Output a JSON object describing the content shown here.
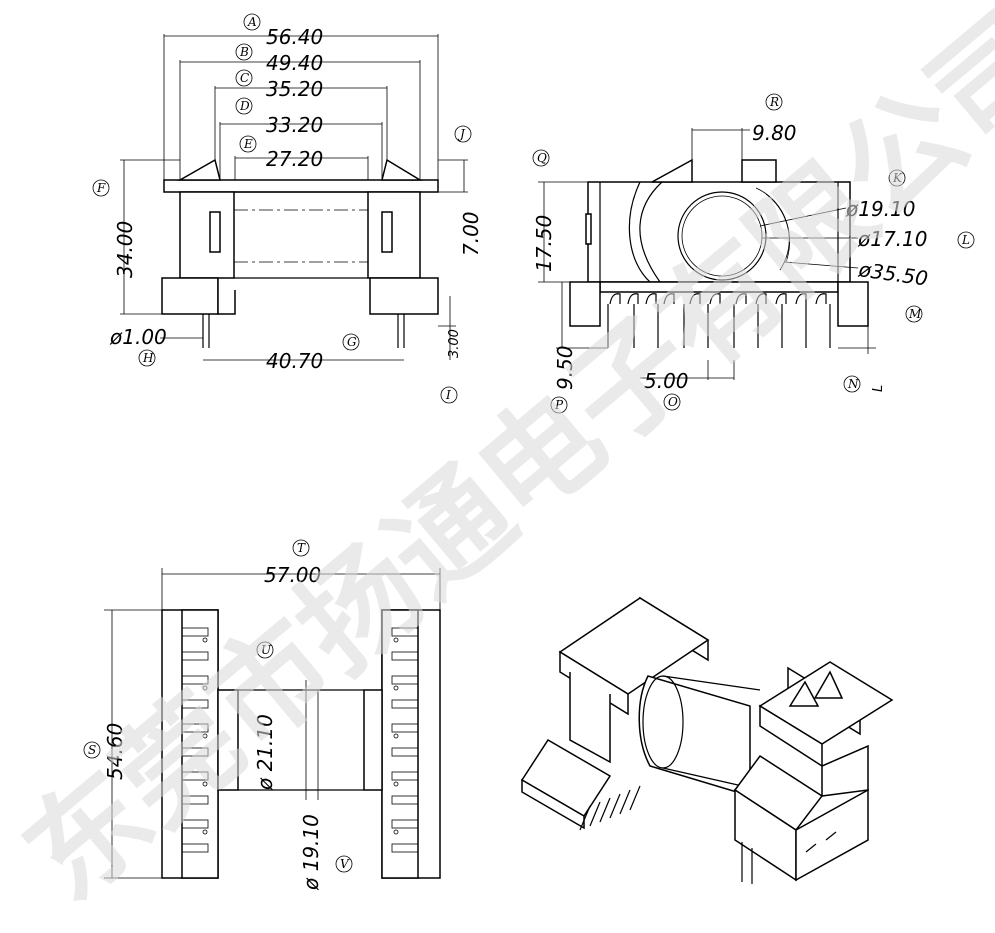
{
  "dims": {
    "a": "56.40",
    "b": "49.40",
    "c": "35.20",
    "d": "33.20",
    "e": "27.20",
    "f": "34.00",
    "g": "40.70",
    "h": "ø1.00",
    "i": "3.00",
    "j": "7.00",
    "k": "ø19.10",
    "l": "ø17.10",
    "d35": "ø35.50",
    "n": "L",
    "o": "5.00",
    "p": "9.50",
    "q": "17.50",
    "r": "9.80",
    "s": "54.60",
    "t": "57.00",
    "u": "ø 21.10",
    "v": "ø 19.10"
  },
  "tags": {
    "a": "A",
    "b": "B",
    "c": "C",
    "d": "D",
    "e": "E",
    "f": "F",
    "g": "G",
    "h": "H",
    "i": "I",
    "j": "J",
    "k": "K",
    "l": "L",
    "m": "M",
    "n": "N",
    "o": "O",
    "p": "P",
    "q": "Q",
    "r": "R",
    "s": "S",
    "t": "T",
    "u": "U",
    "v": "V"
  },
  "watermark": "东莞市扬通电子有限公司"
}
